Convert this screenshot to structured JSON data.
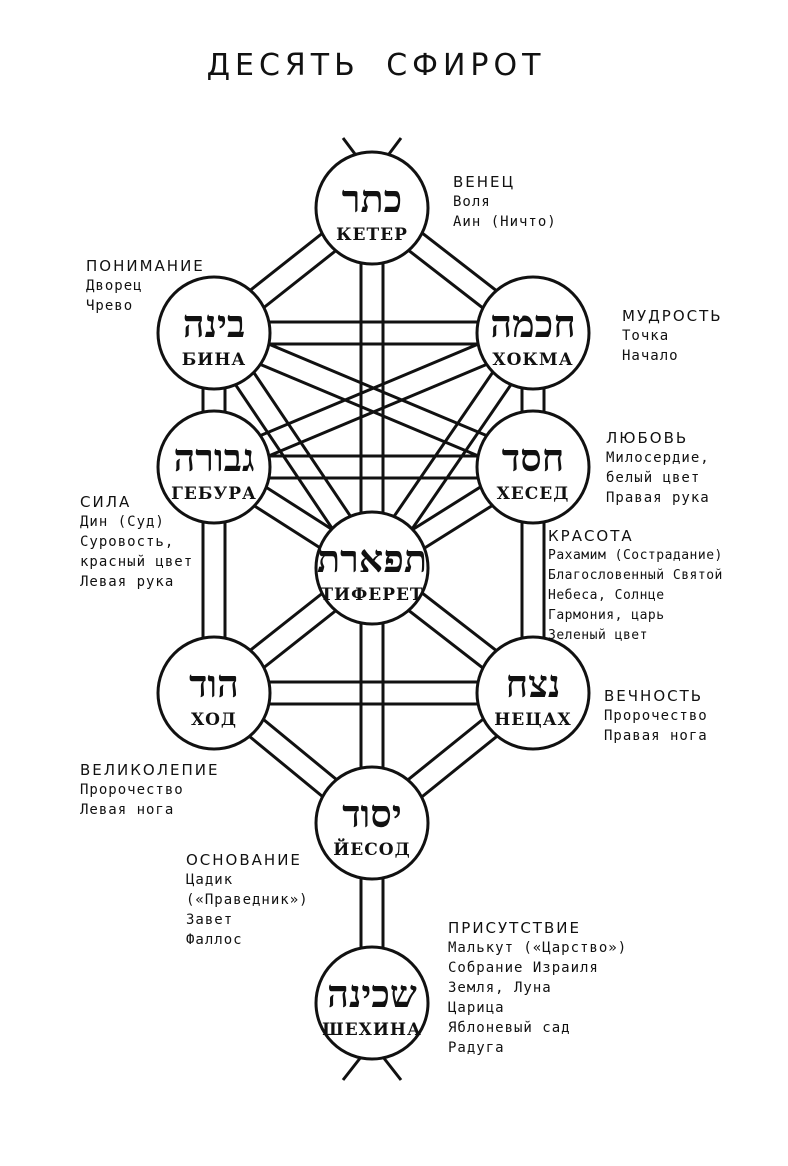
{
  "title": "ДЕСЯТЬ СФИРОТ",
  "sefirot": [
    {
      "id": "keter",
      "hebrew": "כתר",
      "name": "КЕТЕР"
    },
    {
      "id": "bina",
      "hebrew": "בינה",
      "name": "БИНА"
    },
    {
      "id": "hokma",
      "hebrew": "חכמה",
      "name": "ХОКМА"
    },
    {
      "id": "gebura",
      "hebrew": "גבורה",
      "name": "ГЕБУРА"
    },
    {
      "id": "hesed",
      "hebrew": "חסד",
      "name": "ХЕСЕД"
    },
    {
      "id": "tiferet",
      "hebrew": "תפארת",
      "name": "ТИФЕРЕТ"
    },
    {
      "id": "hod",
      "hebrew": "הוד",
      "name": "ХОД"
    },
    {
      "id": "netsah",
      "hebrew": "נצח",
      "name": "НЕЦАХ"
    },
    {
      "id": "yesod",
      "hebrew": "יסוד",
      "name": "ЙЕСОД"
    },
    {
      "id": "shekhina",
      "hebrew": "שכינה",
      "name": "ШЕХИНА"
    }
  ],
  "labels": {
    "keter": {
      "head": "ВЕНЕЦ",
      "lines": [
        "Воля",
        "Аин (Ничто)"
      ]
    },
    "bina": {
      "head": "ПОНИМАНИЕ",
      "lines": [
        "Дворец",
        "Чрево"
      ]
    },
    "hokma": {
      "head": "МУДРОСТЬ",
      "lines": [
        "Точка",
        "Начало"
      ]
    },
    "hesed": {
      "head": "ЛЮБОВЬ",
      "lines": [
        "Милосердие,",
        "белый цвет",
        "Правая рука"
      ]
    },
    "gebura": {
      "head": "СИЛА",
      "lines": [
        "Дин (Суд)",
        "Суровость,",
        "красный цвет",
        "Левая рука"
      ]
    },
    "tiferet": {
      "head": "КРАСОТА",
      "lines": [
        "Рахамим (Сострадание)",
        "Благословенный Святой",
        "Небеса, Солнце",
        "Гармония, царь",
        "Зеленый цвет"
      ]
    },
    "netsah": {
      "head": "ВЕЧНОСТЬ",
      "lines": [
        "Пророчество",
        "Правая нога"
      ]
    },
    "hod": {
      "head": "ВЕЛИКОЛЕПИЕ",
      "lines": [
        "Пророчество",
        "Левая нога"
      ]
    },
    "yesod": {
      "head": "ОСНОВАНИЕ",
      "lines": [
        "Цадик",
        "(«Праведник»)",
        "Завет",
        "Фаллос"
      ]
    },
    "shekhina": {
      "head": "ПРИСУТСТВИЕ",
      "lines": [
        "Малькут («Царство»)",
        "Собрание Израиля",
        "Земля, Луна",
        "Царица",
        "Яблоневый сад",
        "Радуга"
      ]
    }
  }
}
